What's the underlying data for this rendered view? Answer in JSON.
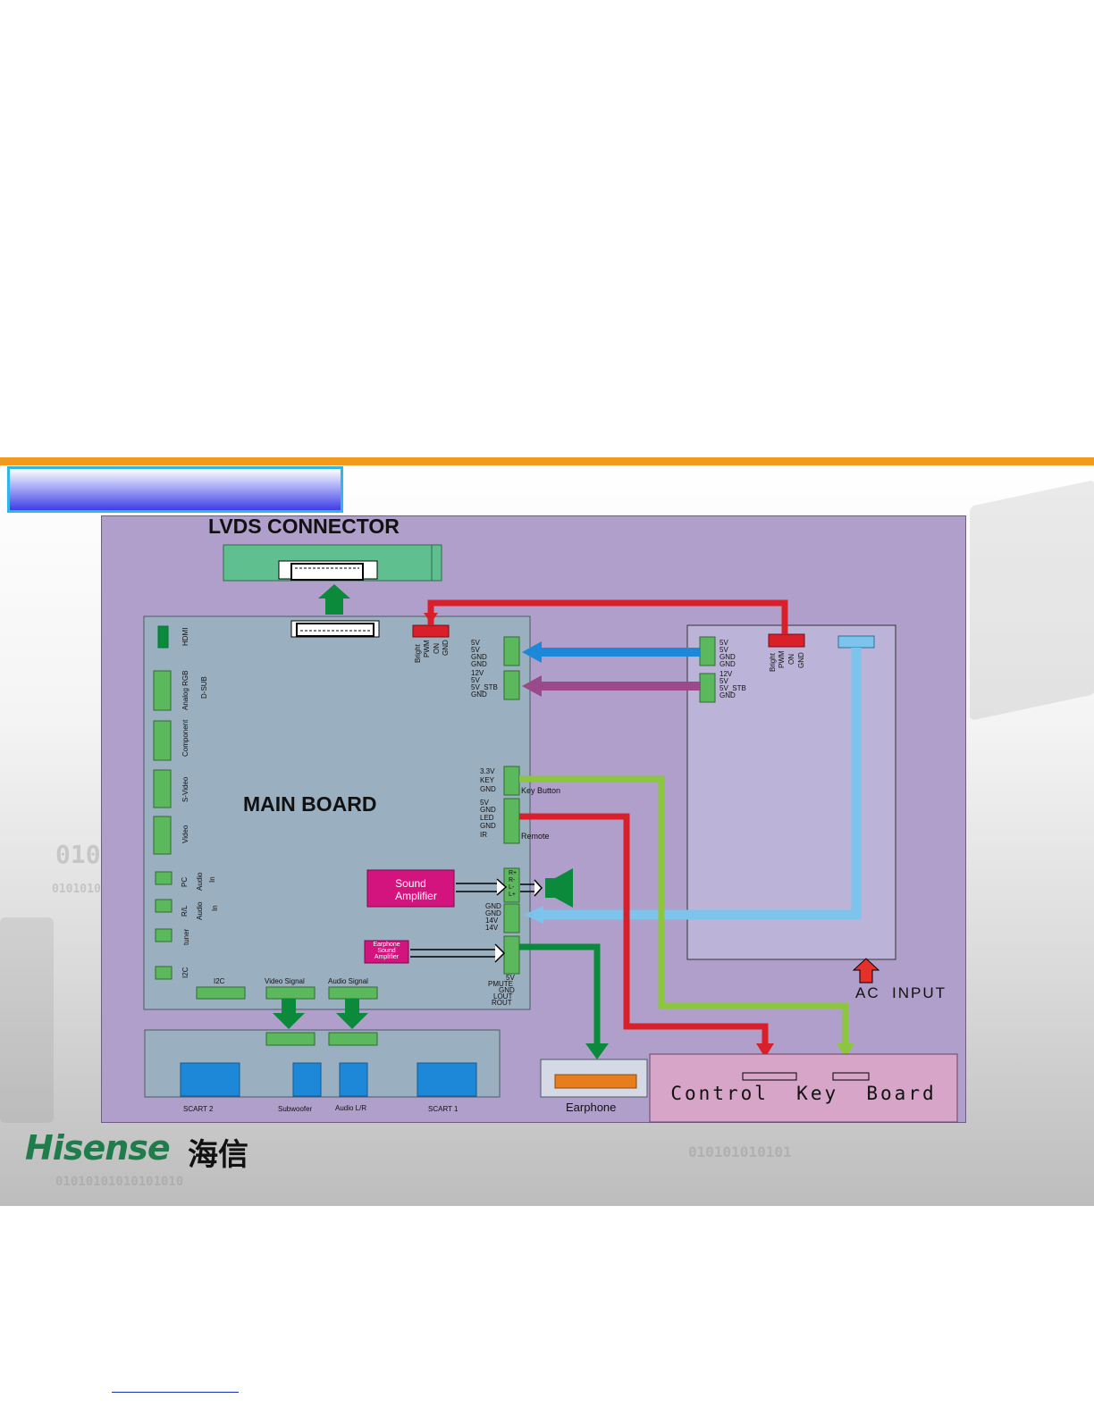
{
  "colors": {
    "orange_bar": "#f39a1d",
    "panel": "#b19fcb",
    "main_board": "#9aafbf",
    "connector_green": "#5cb85c",
    "red": "#d9202a",
    "blue": "#1e88d8",
    "purple": "#9a4a8a",
    "lime": "#8cc63e",
    "lightblue": "#7cc4ec",
    "dark_green": "#0c8a3c",
    "magenta": "#d4147e",
    "earphone_orange": "#e87d1e"
  },
  "lvds": {
    "title": "LVDS CONNECTOR"
  },
  "main_board": {
    "title": "MAIN BOARD",
    "left_labels": [
      "HDMI",
      "Analog RGB",
      "D-SUB",
      "Component",
      "S-Video",
      "Video",
      "PC",
      "Audio",
      "In",
      "R/L",
      "Audio",
      "In",
      "tuner",
      "I2C"
    ],
    "bottom_labels": {
      "i2c": "I2C",
      "video": "Video Signal",
      "audio": "Audio Signal"
    },
    "bright_pins": [
      "Bright",
      "PWM",
      "ON",
      "GND"
    ],
    "power_pins_1": [
      "5V",
      "5V",
      "GND",
      "GND"
    ],
    "power_pins_2": [
      "12V",
      "5V",
      "5V_STB",
      "GND"
    ],
    "key_pins": [
      "3.3V",
      "KEY",
      "GND"
    ],
    "key_label": "Key Button",
    "remote_pins": [
      "5V",
      "GND",
      "LED",
      "GND",
      "IR"
    ],
    "remote_label": "Remote",
    "speaker_pins": [
      "R+",
      "R-",
      "L-",
      "L+"
    ],
    "amp_power_pins": [
      "GND",
      "GND",
      "14V",
      "14V"
    ],
    "ear_pins": [
      "5V",
      "PMUTE",
      "GND",
      "LOUT",
      "ROUT"
    ],
    "sound_amp": [
      "Sound",
      "Amplifier"
    ],
    "ear_amp": [
      "Earphone",
      "Sound",
      "Amplifier"
    ]
  },
  "power_board": {
    "pins_1": [
      "5V",
      "5V",
      "GND",
      "GND"
    ],
    "pins_2": [
      "12V",
      "5V",
      "5V_STB",
      "GND"
    ],
    "bright_pins": [
      "Bright",
      "PWM",
      "ON",
      "GND"
    ]
  },
  "ac_input": "AC  INPUT",
  "scart": {
    "scart2": "SCART  2",
    "subwoofer": "Subwoofer",
    "audio_lr": "Audio L/R",
    "scart1": "SCART  1"
  },
  "earphone": "Earphone",
  "control_key_board": "Control  Key  Board",
  "logo": {
    "brand": "Hisense",
    "chinese": "海信"
  },
  "background_text": [
    "010",
    "0101010",
    "01010101010101010",
    "010101010101"
  ]
}
